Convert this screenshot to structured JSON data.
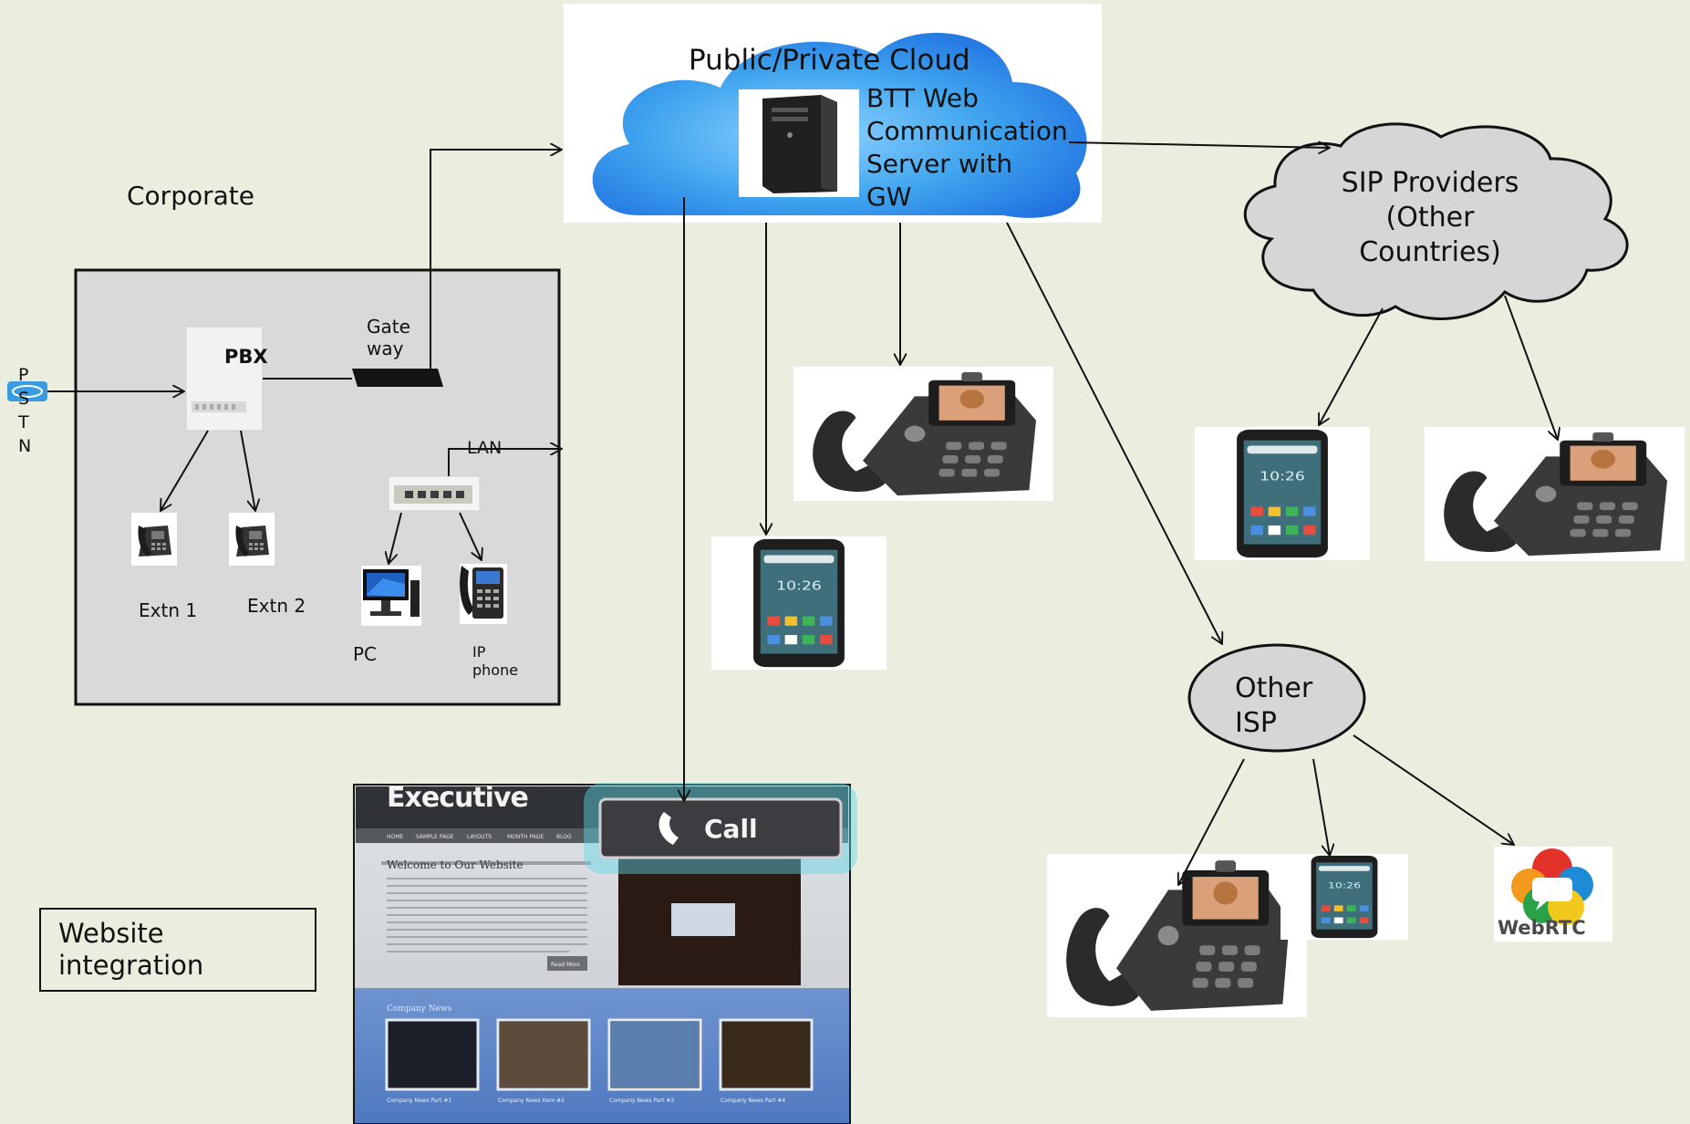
{
  "labels": {
    "cloud_title": "Public/Private Cloud",
    "server": "BTT Web\nCommunication\nServer with\nGW",
    "corporate": "Corporate",
    "pstn": "P\nS\nT\nN",
    "pbx": "PBX",
    "gateway": "Gate\nway",
    "lan": "LAN",
    "extn1": "Extn 1",
    "extn2": "Extn 2",
    "pc": "PC",
    "ip_phone": "IP\nphone",
    "sip_providers": "SIP Providers\n(Other\nCountries)",
    "other_isp": "Other\nISP",
    "website_integration": "Website\nintegration",
    "webrtc": "WebRTC",
    "site_brand": "Executive",
    "site_call": "Call",
    "site_welcome": "Welcome to Our Website",
    "site_read_more": "Read More",
    "site_company_news": "Company News",
    "site_nav": [
      "HOME",
      "SAMPLE PAGE",
      "LAYOUTS",
      "MONTH PAGE",
      "BLOG"
    ],
    "site_news_items": [
      "Company News Part #1",
      "Company News Item #2",
      "Company News Part #3",
      "Company News Part #4"
    ]
  },
  "colors": {
    "background": "#ebeedf",
    "corporate_box": "#d9d9d9",
    "cloud_blue": "#2f8ce8",
    "sip_cloud": "#d6d6d6",
    "isp_ellipse": "#d6d6d6",
    "website_blue": "#5b84c8"
  },
  "icons": [
    "server-icon",
    "pbx-icon",
    "gateway-icon",
    "switch-icon",
    "desk-phone-icon",
    "pc-icon",
    "ip-phone-icon",
    "video-phone-icon",
    "smartphone-icon",
    "webrtc-logo"
  ]
}
